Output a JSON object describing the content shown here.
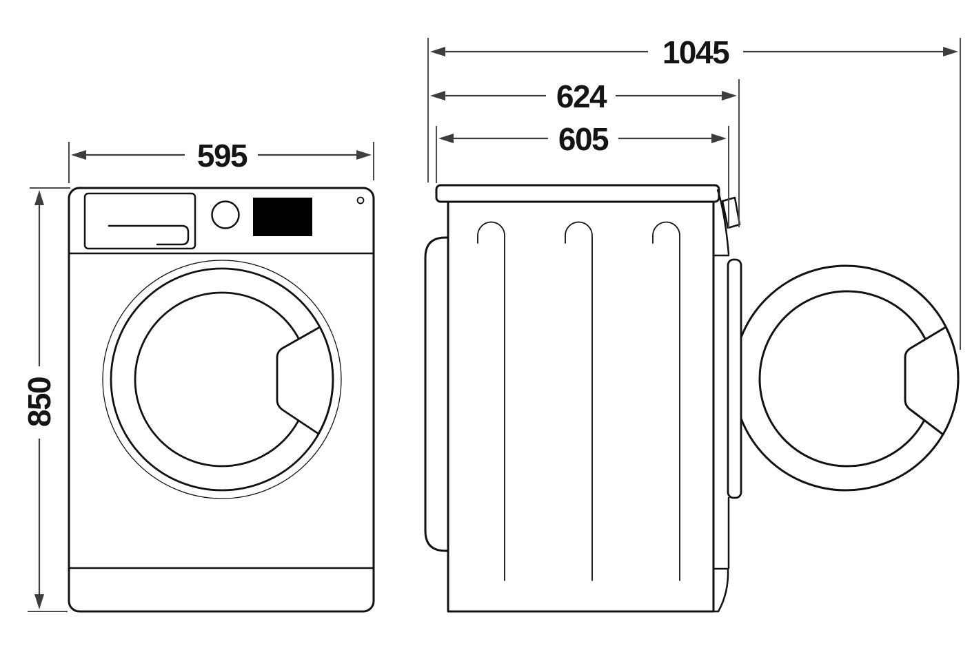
{
  "diagram": {
    "views": {
      "front": {
        "width_label": "595",
        "height_label": "850"
      },
      "side": {
        "depth_door_open_label": "1045",
        "depth_overall_label": "624",
        "depth_body_label": "605"
      }
    },
    "colors": {
      "background": "#ffffff",
      "drawing_line": "#111111",
      "dimension_line": "#3d3d3d",
      "display_panel": "#000000"
    }
  }
}
